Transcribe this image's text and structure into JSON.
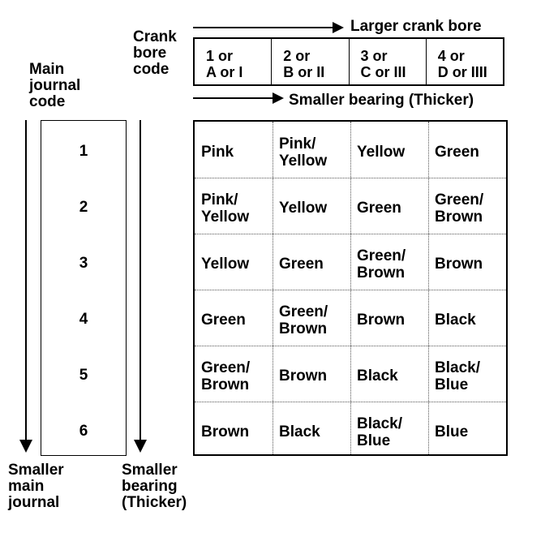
{
  "labels": {
    "crank_bore_code": "Crank\nbore\ncode",
    "main_journal_code": "Main\njournal\ncode",
    "larger_crank_bore": "Larger crank bore",
    "smaller_bearing_top": "Smaller bearing (Thicker)",
    "smaller_main_journal": "Smaller\nmain\njournal",
    "smaller_bearing_bottom": "Smaller\nbearing\n(Thicker)"
  },
  "columns": [
    "1 or\nA or I",
    "2 or\nB or II",
    "3 or\nC or III",
    "4 or\nD or IIII"
  ],
  "journal_codes": [
    "1",
    "2",
    "3",
    "4",
    "5",
    "6"
  ],
  "grid": [
    [
      "Pink",
      "Pink/\nYellow",
      "Yellow",
      "Green"
    ],
    [
      "Pink/\nYellow",
      "Yellow",
      "Green",
      "Green/\nBrown"
    ],
    [
      "Yellow",
      "Green",
      "Green/\nBrown",
      "Brown"
    ],
    [
      "Green",
      "Green/\nBrown",
      "Brown",
      "Black"
    ],
    [
      "Green/\nBrown",
      "Brown",
      "Black",
      "Black/\nBlue"
    ],
    [
      "Brown",
      "Black",
      "Black/\nBlue",
      "Blue"
    ]
  ]
}
